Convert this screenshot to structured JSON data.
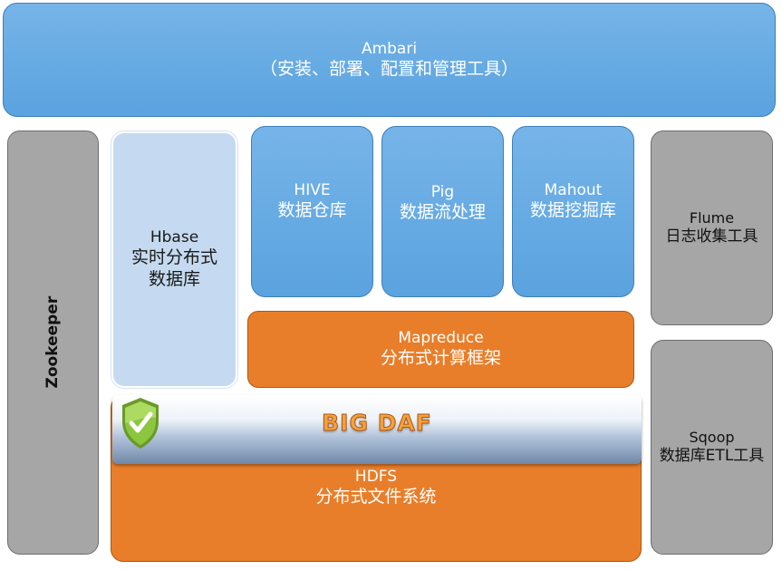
{
  "ambari": {
    "title": "Ambari",
    "subtitle": "（安装、部署、配置和管理工具）"
  },
  "zookeeper": {
    "title": "Zookeeper"
  },
  "hbase": {
    "title": "Hbase",
    "line1": "实时分布式",
    "line2": "数据库"
  },
  "hive": {
    "title": "HIVE",
    "subtitle": "数据仓库"
  },
  "pig": {
    "title": "Pig",
    "subtitle": "数据流处理"
  },
  "mahout": {
    "title": "Mahout",
    "subtitle": "数据挖掘库"
  },
  "mapreduce": {
    "title": "Mapreduce",
    "subtitle": "分布式计算框架"
  },
  "banner": {
    "logo_text": "BIG DAF",
    "icon": "shield-check-icon"
  },
  "hdfs": {
    "title": "HDFS",
    "subtitle": "分布式文件系统"
  },
  "flume": {
    "title": "Flume",
    "subtitle": "日志收集工具"
  },
  "sqoop": {
    "title": "Sqoop",
    "subtitle": "数据库ETL工具"
  },
  "colors": {
    "blue": "#5aa3df",
    "light_blue": "#c5daf0",
    "orange": "#e97e2a",
    "gray": "#a6a6a6",
    "logo_orange": "#f2a23a",
    "shield_green": "#8cc63f"
  }
}
